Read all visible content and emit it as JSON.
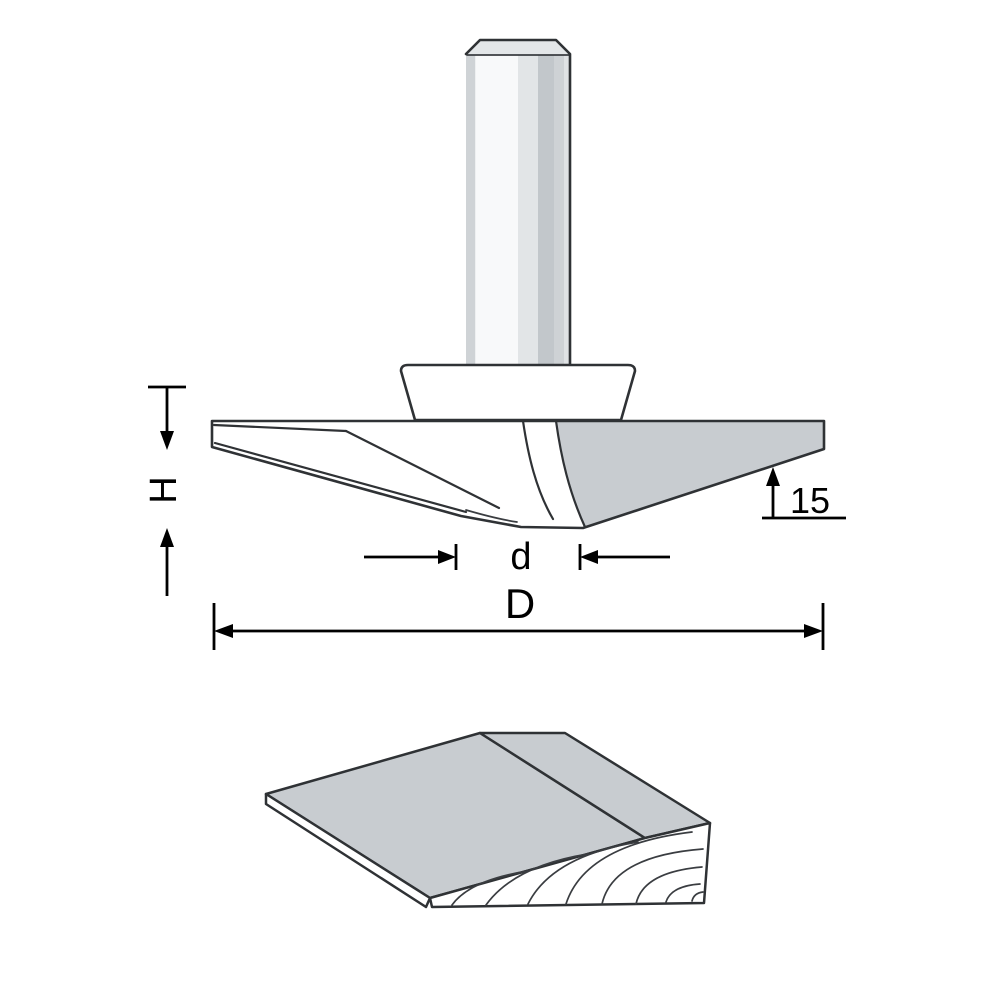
{
  "diagram": {
    "kind": "router-bit-technical-drawing",
    "dimension_labels": {
      "height": "H",
      "angle": "15",
      "small_diameter": "d",
      "large_diameter": "D"
    },
    "colors": {
      "metal_gray": "#c8ccd0",
      "outline": "#2f3235",
      "dimension_line": "#000000",
      "background": "#ffffff"
    },
    "components": [
      "shank",
      "collar",
      "panel-cutter-head",
      "wood-profile-sample"
    ]
  }
}
